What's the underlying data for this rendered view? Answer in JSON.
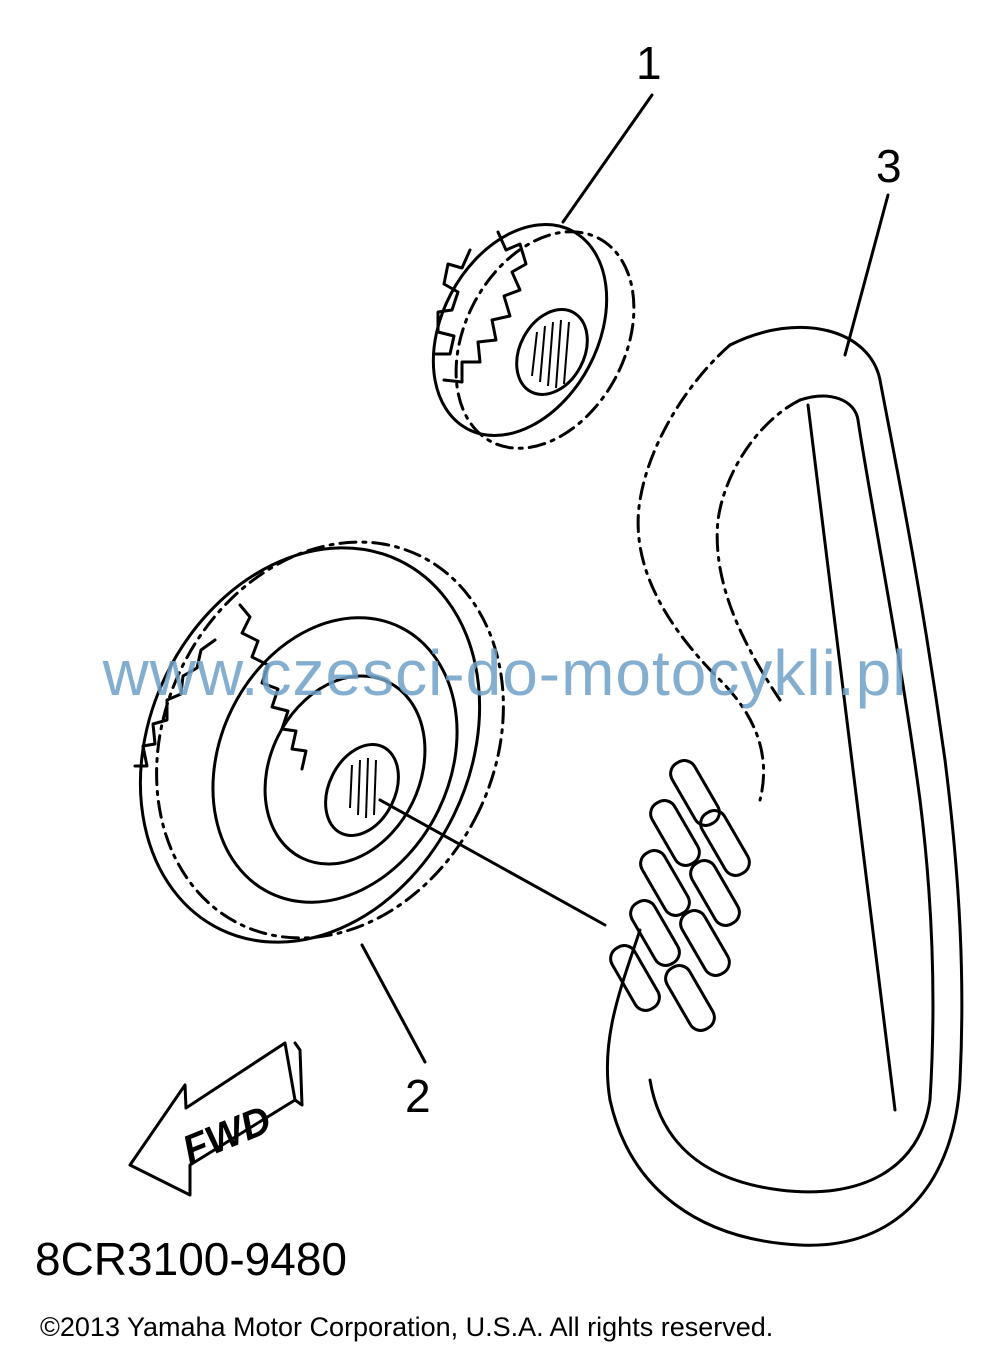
{
  "callouts": {
    "part1": "1",
    "part2": "2",
    "part3": "3"
  },
  "arrow_label": "FWD",
  "watermark": "www.czesci-do-motocykli.pl",
  "part_number": "8CR3100-9480",
  "copyright": "©2013 Yamaha Motor Corporation, U.S.A. All rights reserved.",
  "colors": {
    "watermark": "#6fa1c7",
    "ink": "#000000",
    "background": "#ffffff"
  }
}
